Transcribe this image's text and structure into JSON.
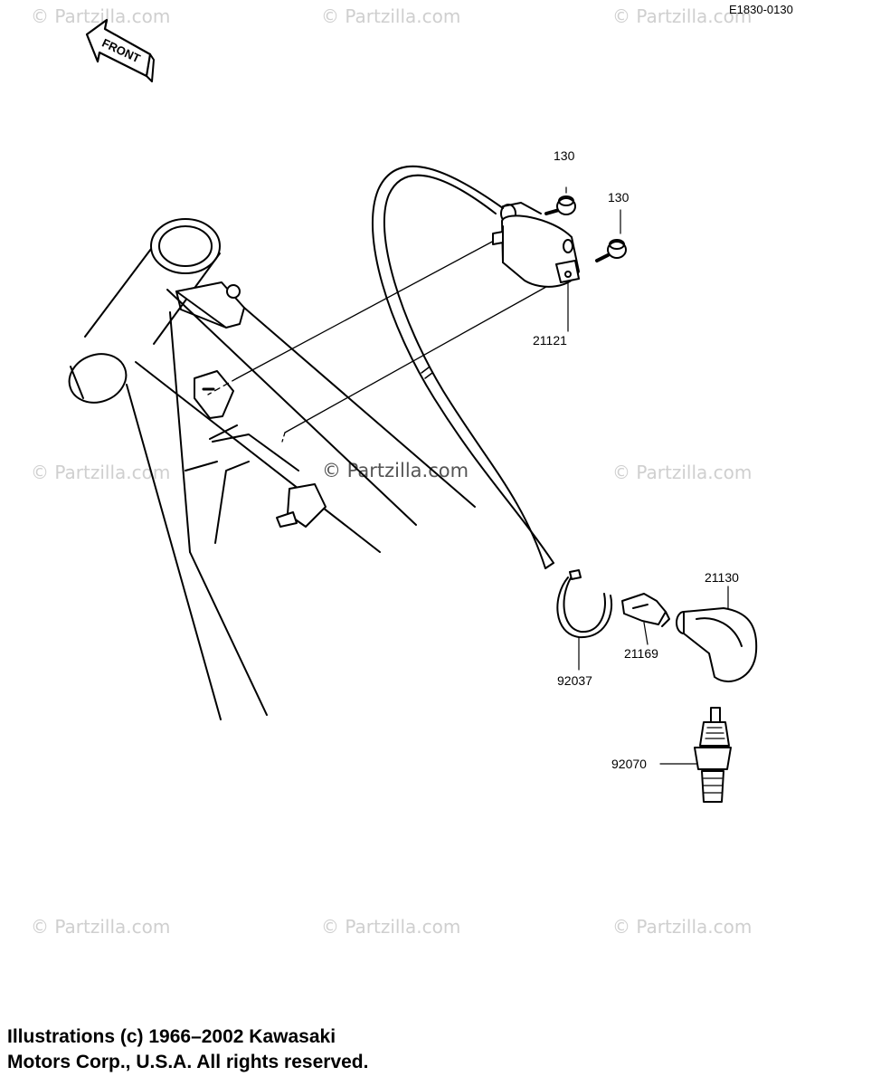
{
  "diagram_code": "E1830-0130",
  "front_label": "FRONT",
  "watermark": "© Partzilla.com",
  "parts": {
    "bolt_top": "130",
    "bolt_right": "130",
    "ignition_coil": "21121",
    "spark_plug_cap": "21130",
    "terminal": "21169",
    "clamp": "92037",
    "spark_plug": "92070"
  },
  "credit": {
    "line1": "Illustrations (c) 1966–2002 Kawasaki",
    "line2": "Motors Corp., U.S.A.  All rights reserved."
  }
}
